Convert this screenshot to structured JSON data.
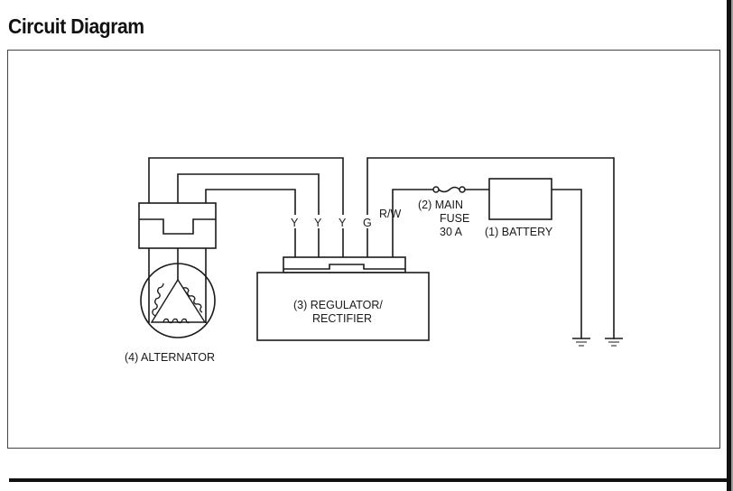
{
  "page": {
    "title": "Circuit Diagram"
  },
  "diagram": {
    "components": {
      "alternator": "(4) ALTERNATOR",
      "regulator_line1": "(3) REGULATOR/",
      "regulator_line2": "RECTIFIER",
      "fuse_line1": "(2) MAIN",
      "fuse_line2": "FUSE",
      "fuse_line3": "30 A",
      "battery": "(1) BATTERY"
    },
    "wire_labels": {
      "y1": "Y",
      "y2": "Y",
      "y3": "Y",
      "g": "G",
      "rw": "R/W"
    }
  }
}
